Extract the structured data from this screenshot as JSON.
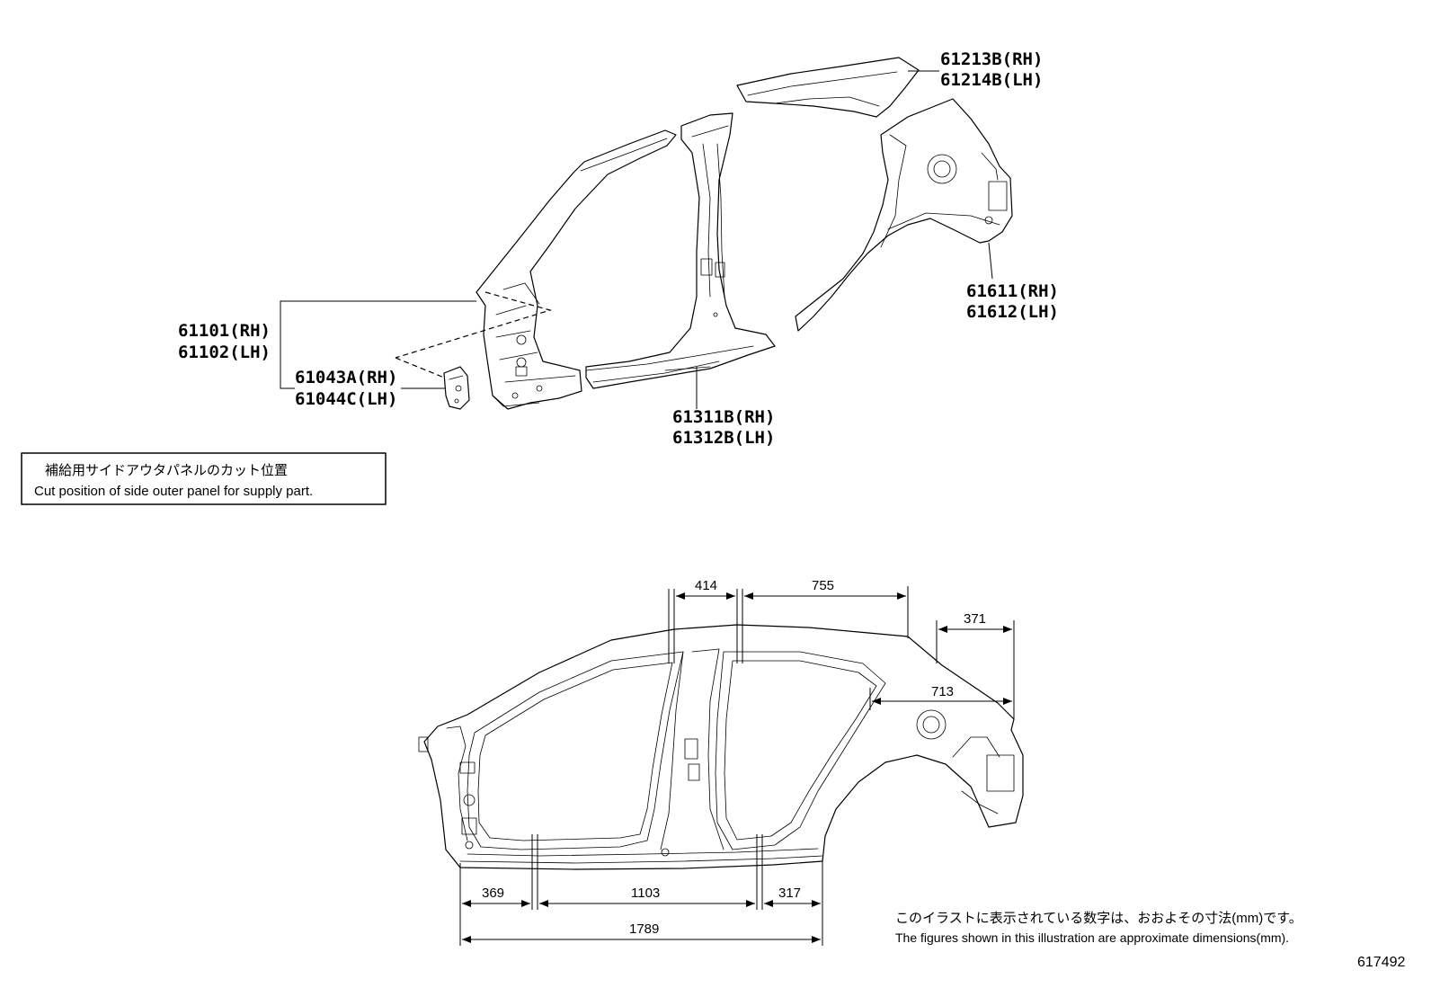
{
  "parts": {
    "roof_rh": "61213B(RH)",
    "roof_lh": "61214B(LH)",
    "front_pillar_rh": "61101(RH)",
    "front_pillar_lh": "61102(LH)",
    "bracket_rh": "61043A(RH)",
    "bracket_lh": "61044C(LH)",
    "rocker_rh": "61311B(RH)",
    "rocker_lh": "61312B(LH)",
    "quarter_rh": "61611(RH)",
    "quarter_lh": "61612(LH)"
  },
  "legend_box": {
    "jp": "補給用サイドアウタパネルのカット位置",
    "en": "Cut position of side outer panel for supply part."
  },
  "dimensions": {
    "d414": "414",
    "d755": "755",
    "d371": "371",
    "d713": "713",
    "d369": "369",
    "d1103": "1103",
    "d317": "317",
    "d1789": "1789"
  },
  "footnote": {
    "jp": "このイラストに表示されている数字は、おおよその寸法(mm)です。",
    "en": "The figures shown in this illustration are approximate dimensions(mm)."
  },
  "figure_id": "617492"
}
